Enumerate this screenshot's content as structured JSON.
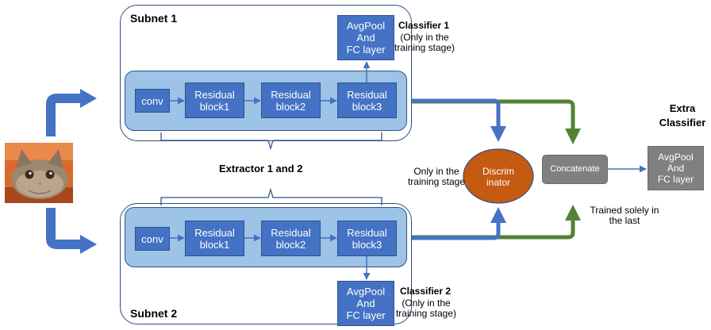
{
  "subnet1": {
    "title": "Subnet 1",
    "conv": "conv",
    "block1": "Residual\nblock1",
    "block2": "Residual\nblock2",
    "block3": "Residual\nblock3",
    "classifier_box": "AvgPool\nAnd\nFC layer",
    "classifier_title": "Classifier 1",
    "classifier_note": "(Only in the\ntraining stage)"
  },
  "subnet2": {
    "title": "Subnet 2",
    "conv": "conv",
    "block1": "Residual\nblock1",
    "block2": "Residual\nblock2",
    "block3": "Residual\nblock3",
    "classifier_box": "AvgPool\nAnd\nFC layer",
    "classifier_title": "Classifier 2",
    "classifier_note": "(Only in the\ntraining stage)"
  },
  "extractor_label": "Extractor 1 and 2",
  "discriminator": {
    "label": "Discrim\ninator",
    "note": "Only in the\ntraining stage",
    "color": "#c55a11"
  },
  "concatenate": "Concatenate",
  "concat_note": "Trained solely in\nthe last",
  "extra_classifier": {
    "title": "Extra\nClassifier",
    "box": "AvgPool\nAnd\nFC layer"
  },
  "colors": {
    "block_blue": "#4472c4",
    "extractor_fill": "#9dc3e6",
    "arrow_blue": "#4472c4",
    "arrow_green": "#548235",
    "gray_box": "#808080"
  },
  "icons": {
    "input_image": "cat-photo",
    "upper_input_arrow": "curved-arrow-up-right",
    "lower_input_arrow": "curved-arrow-down-right"
  }
}
